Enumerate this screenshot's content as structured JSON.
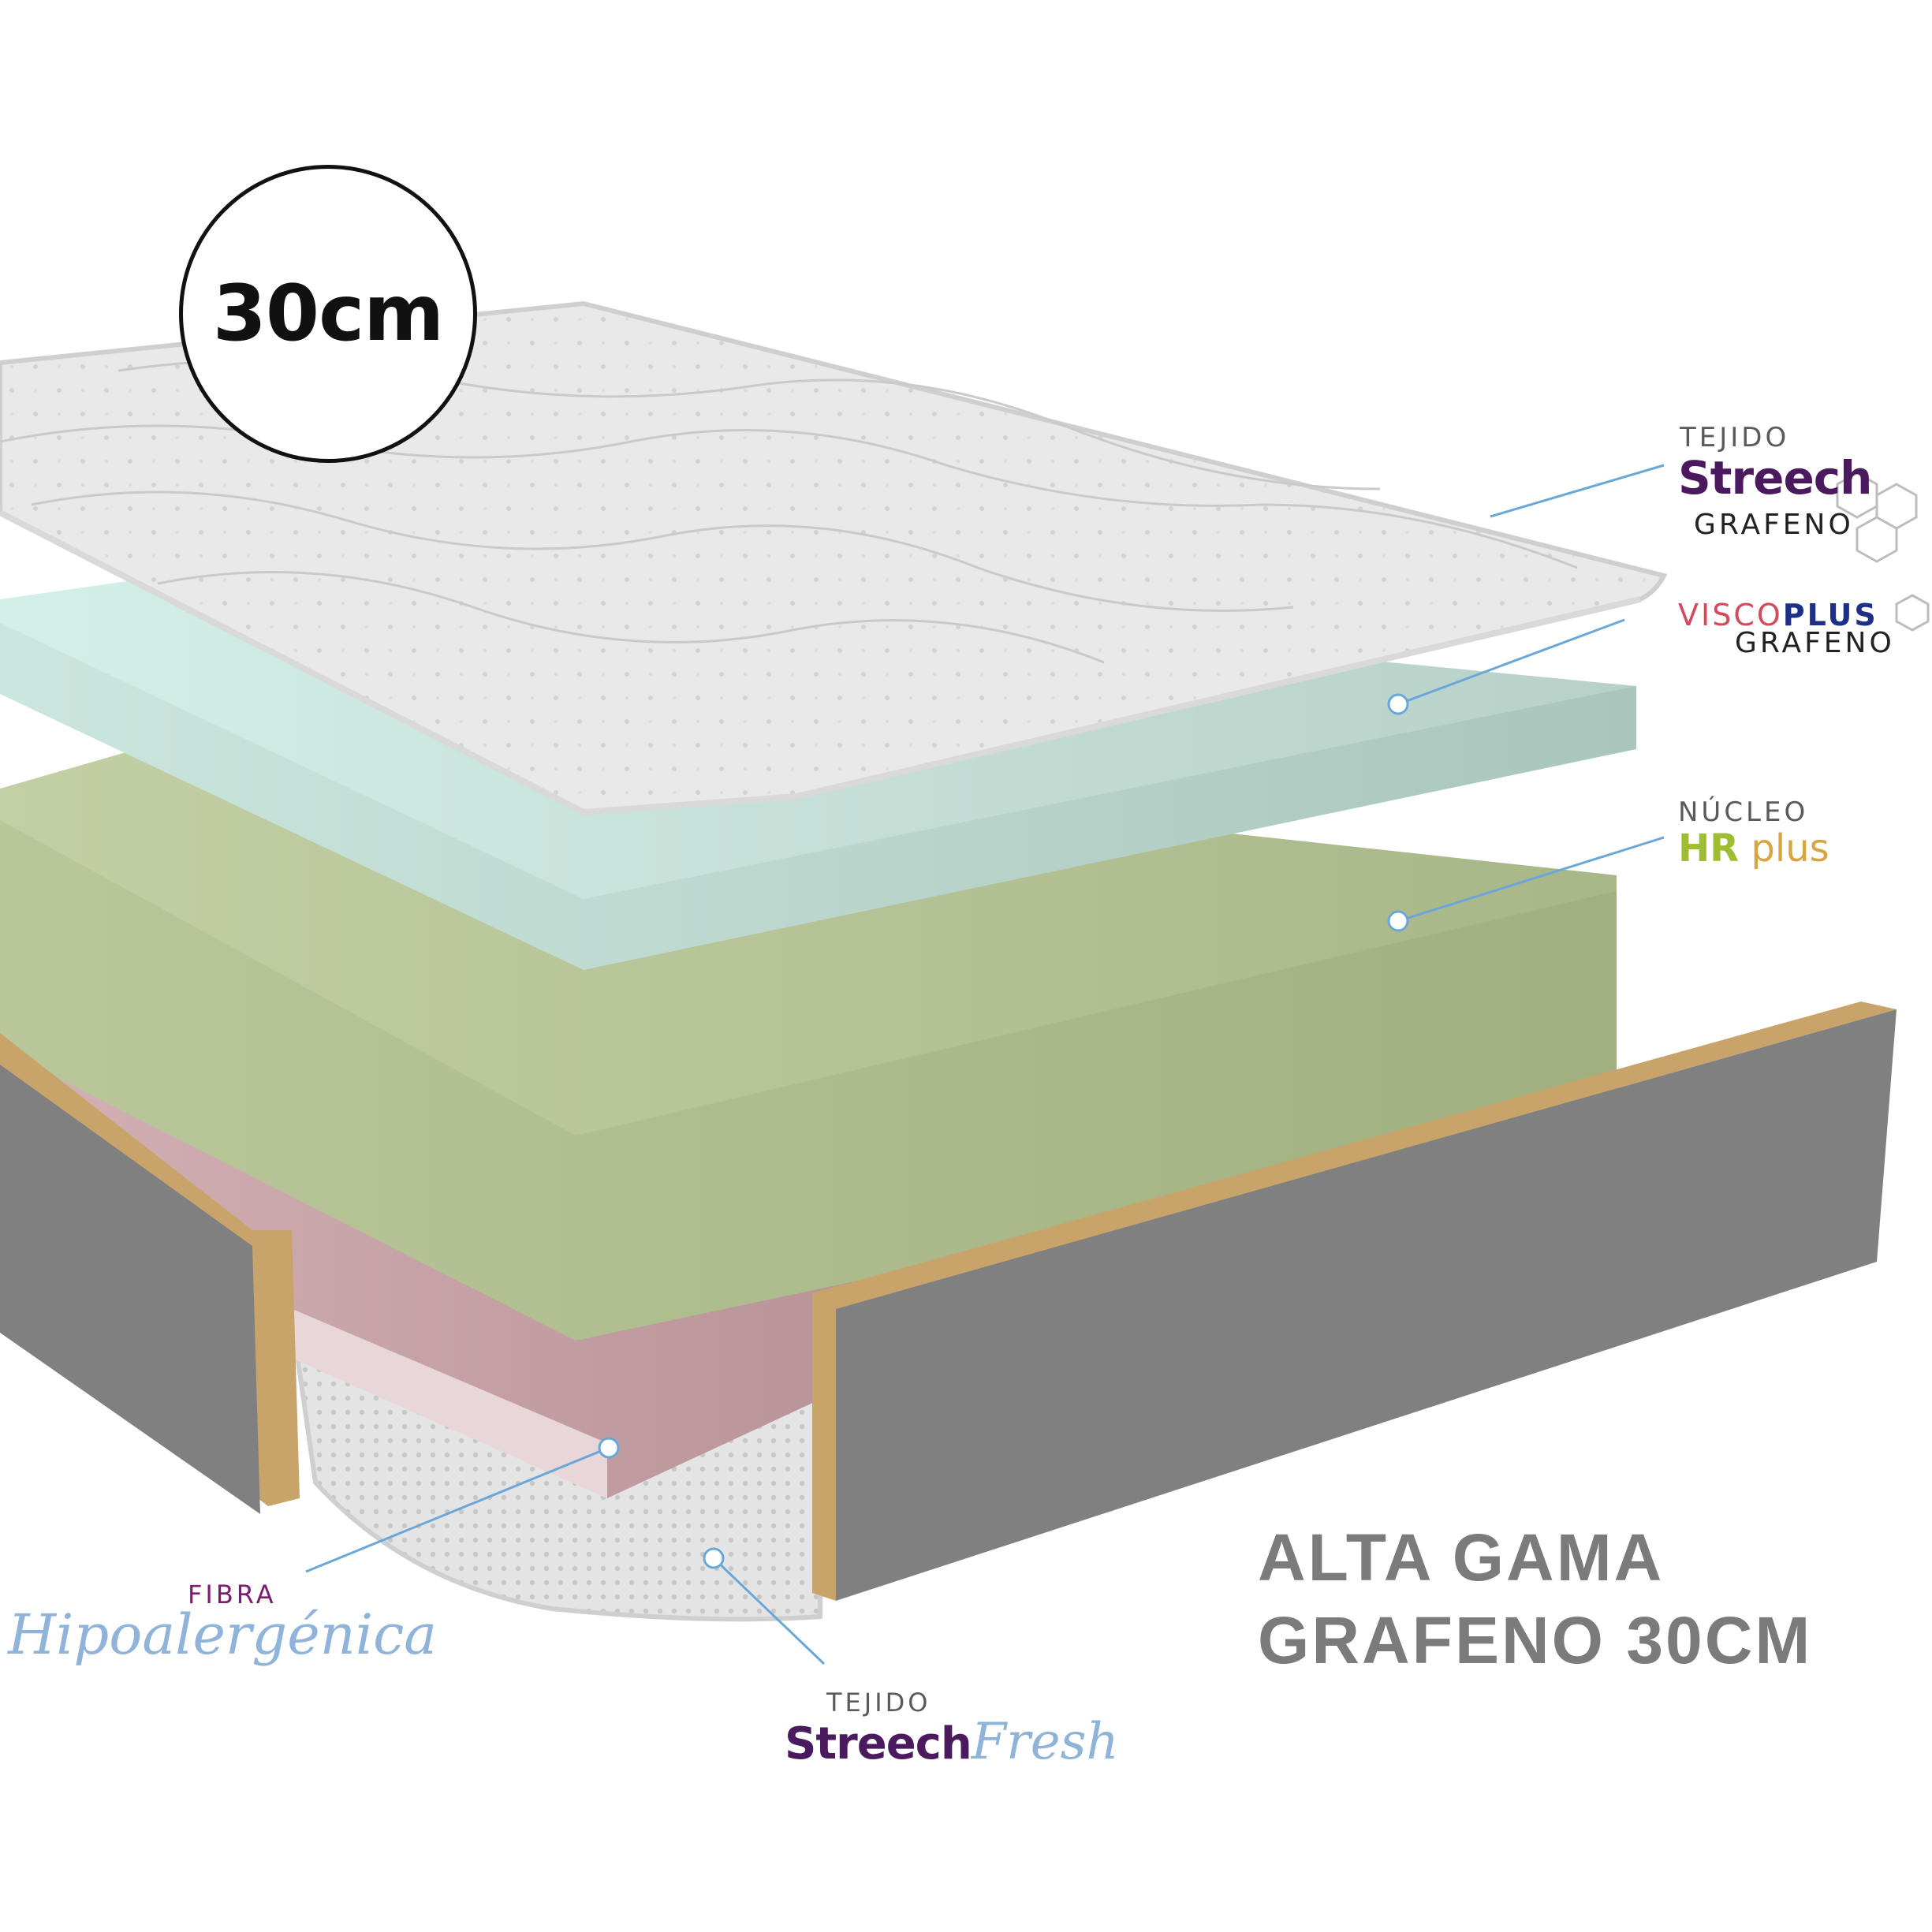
{
  "badge": {
    "size_label": "30cm"
  },
  "labels": {
    "top_cover": {
      "prefix": "Tejido",
      "brand": "Streech",
      "suffix": "Grafeno"
    },
    "visco": {
      "prefix": "Visco",
      "brand": "plus",
      "suffix": "Grafeno"
    },
    "core": {
      "prefix": "Núcleo",
      "brand_a": "HR",
      "brand_b": "plus"
    },
    "fibre": {
      "prefix": "Fibra",
      "name": "Hipoalergénica"
    },
    "bottom_cover": {
      "prefix": "Tejido",
      "brand": "Streech",
      "suffix": "Fresh"
    }
  },
  "product": {
    "line1": "ALTA GAMA",
    "line2": "GRAFENO 30CM"
  },
  "colors": {
    "visco_layer": "#cfe8e0",
    "core_layer": "#b7c49a",
    "fibre_layer": "#c9a2a6",
    "frame_grey": "#808080",
    "frame_edge": "#c9a46a",
    "cover": "#e6e6e6",
    "leader_line": "#6aa7d8"
  }
}
